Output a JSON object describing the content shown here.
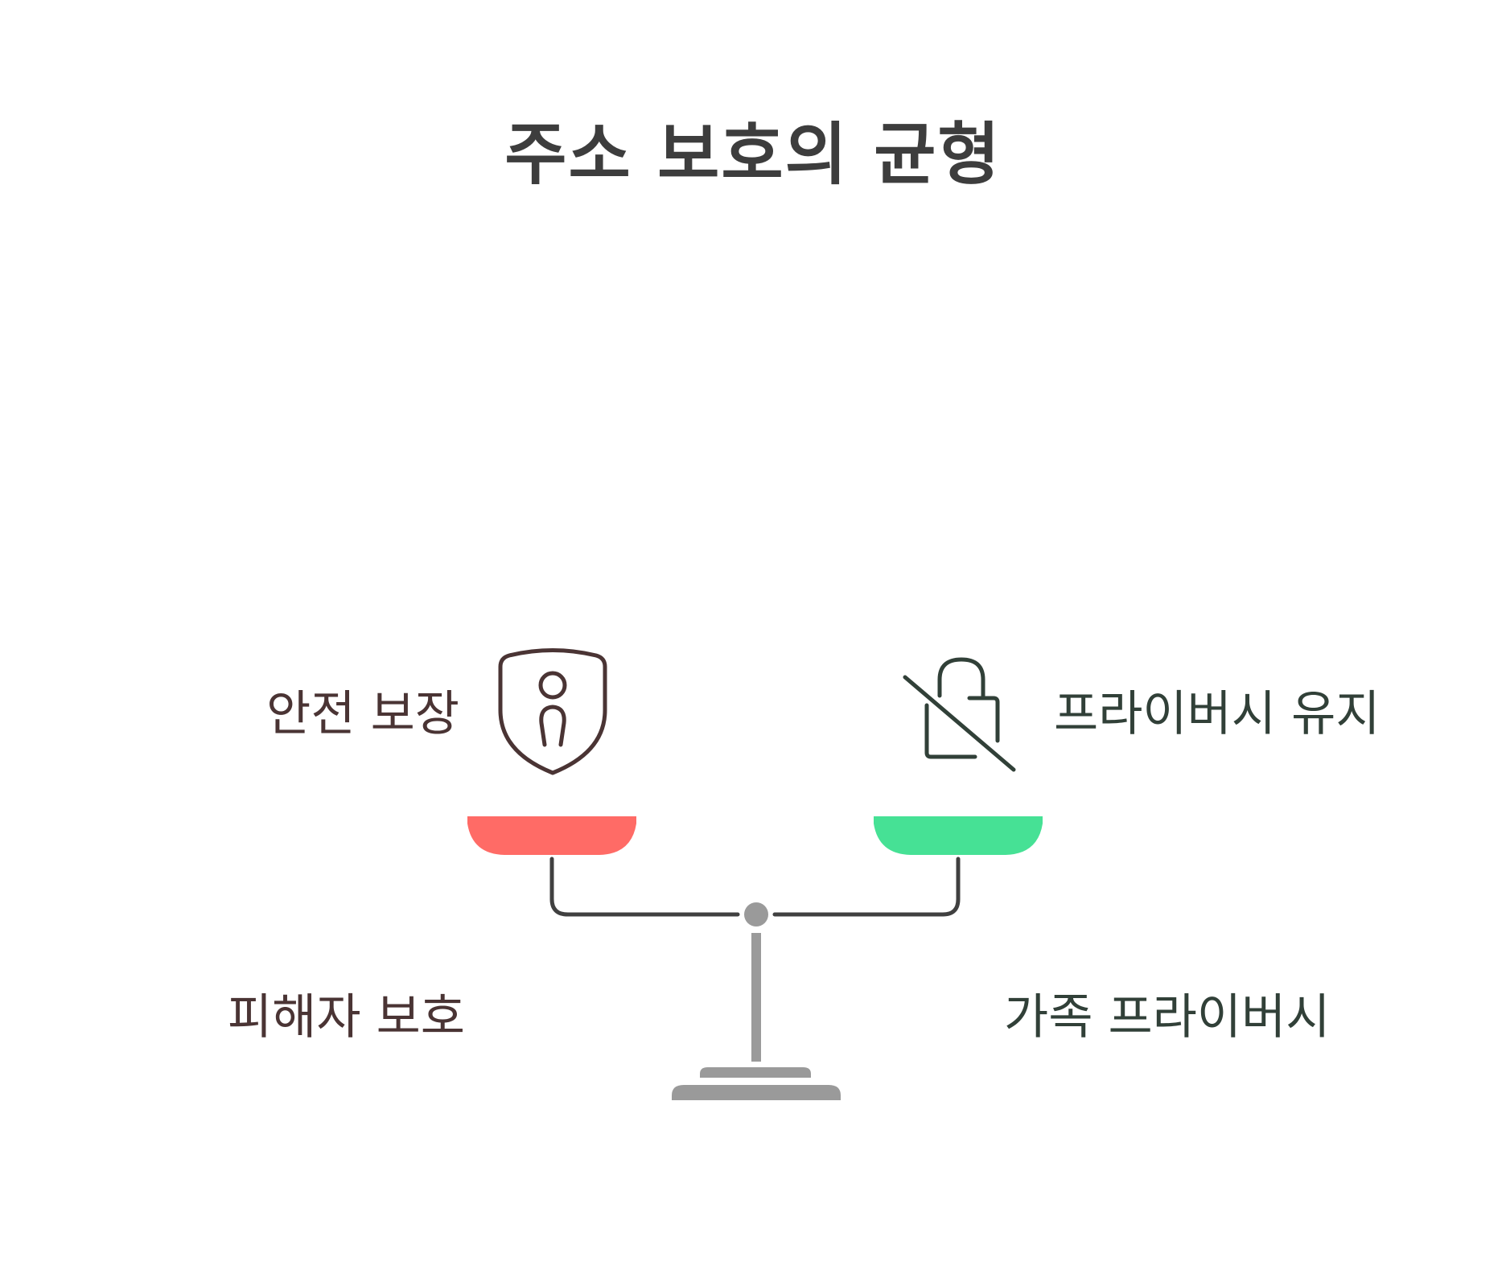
{
  "title": "주소 보호의 균형",
  "left": {
    "top_label": "안전 보장",
    "bottom_label": "피해자 보호",
    "icon": "shield-person-icon",
    "pan_color": "#ff6b66",
    "text_color": "#4a3434"
  },
  "right": {
    "top_label": "프라이버시 유지",
    "bottom_label": "가족 프라이버시",
    "icon": "lock-off-icon",
    "pan_color": "#46e195",
    "text_color": "#314038"
  },
  "scale_color": "#9a9a9a",
  "beam_color": "#404040"
}
